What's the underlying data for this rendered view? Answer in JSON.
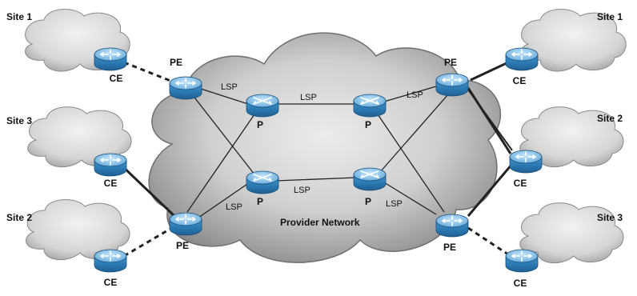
{
  "diagram": {
    "provider_cloud_label": "Provider Network",
    "sites": [
      {
        "id": "site1_left",
        "label": "Site 1"
      },
      {
        "id": "site3_left",
        "label": "Site 3"
      },
      {
        "id": "site2_left",
        "label": "Site 2"
      },
      {
        "id": "site1_right",
        "label": "Site 1"
      },
      {
        "id": "site2_right",
        "label": "Site 2"
      },
      {
        "id": "site3_right",
        "label": "Site 3"
      }
    ],
    "nodes": [
      {
        "id": "ce_l1",
        "label": "CE"
      },
      {
        "id": "ce_l3",
        "label": "CE"
      },
      {
        "id": "ce_l2",
        "label": "CE"
      },
      {
        "id": "pe_lt",
        "label": "PE"
      },
      {
        "id": "pe_lb",
        "label": "PE"
      },
      {
        "id": "p_lt",
        "label": "P"
      },
      {
        "id": "p_rt",
        "label": "P"
      },
      {
        "id": "p_lb",
        "label": "P"
      },
      {
        "id": "p_rb",
        "label": "P"
      },
      {
        "id": "pe_rt",
        "label": "PE"
      },
      {
        "id": "pe_rb",
        "label": "PE"
      },
      {
        "id": "ce_r1",
        "label": "CE"
      },
      {
        "id": "ce_r2",
        "label": "CE"
      },
      {
        "id": "ce_r3",
        "label": "CE"
      }
    ],
    "lsp_labels": [
      "LSP",
      "LSP",
      "LSP",
      "LSP",
      "LSP",
      "LSP"
    ],
    "colors": {
      "router_body": "#2f86c4",
      "router_top": "#8fc8ec",
      "cloud_fill": "#d7d7d7",
      "cloud_stroke": "#7a7a7a",
      "provider_cloud": "#c9c9c9",
      "link": "#222222"
    }
  }
}
